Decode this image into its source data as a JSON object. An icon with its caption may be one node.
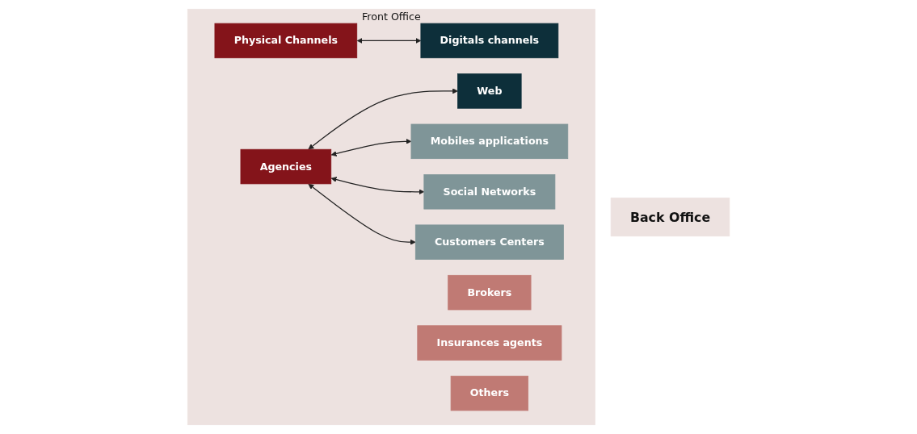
{
  "diagram": {
    "nodes": [
      {
        "text": [
          "Back Office"
        ]
      },
      {
        "text": [
          "Front Office"
        ]
      },
      {
        "text": [
          "Physical Channels"
        ],
        "in": 1
      },
      {
        "text": [
          "Brokers"
        ],
        "in": 1
      },
      {
        "text": [
          "Agencies"
        ],
        "in": 1
      },
      {
        "text": [
          "Insurances agents"
        ],
        "in": 1
      },
      {
        "text": [
          "Others"
        ],
        "in": 1
      },
      {
        "text": [
          "Web"
        ],
        "in": 1
      },
      {
        "text": [
          "Mobiles applications"
        ],
        "in": 1
      },
      {
        "text": [
          "Social Networks"
        ],
        "in": 1
      },
      {
        "text": [
          "Customers Centers"
        ],
        "in": 1
      },
      {
        "text": [
          "Digitals channels"
        ],
        "in": 1
      }
    ],
    "edges": [
      {
        "from": 2,
        "to": 11,
        "arrow": "both"
      },
      {
        "from": 4,
        "to": 7,
        "arrow": "both"
      },
      {
        "from": 4,
        "to": 8,
        "arrow": "both"
      },
      {
        "from": 4,
        "to": 9,
        "arrow": "both"
      },
      {
        "from": 4,
        "to": 10,
        "arrow": "both"
      }
    ]
  }
}
